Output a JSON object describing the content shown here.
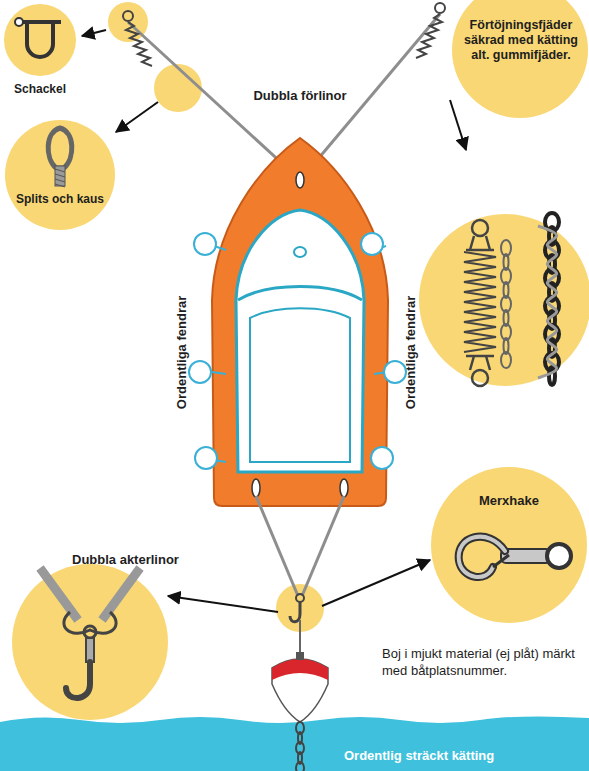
{
  "diagram": {
    "nodes": [
      {
        "text": [
          "Schackel"
        ]
      },
      {
        "text": [
          "Förtöjningsfjäder säkrad med kätting alt. gummifjäder."
        ]
      },
      {
        "text": [
          "Splits och kaus"
        ]
      },
      {
        "text": [
          "Merxhake"
        ]
      }
    ],
    "labels": [
      "Dubbla förlinor",
      "Ordentliga fendrar",
      "Ordentliga fendrar",
      "Dubbla akterlinor",
      "Boj i mjukt material (ej plåt) märkt med båtplatsnummer.",
      "Ordentlig sträckt kätting"
    ]
  }
}
